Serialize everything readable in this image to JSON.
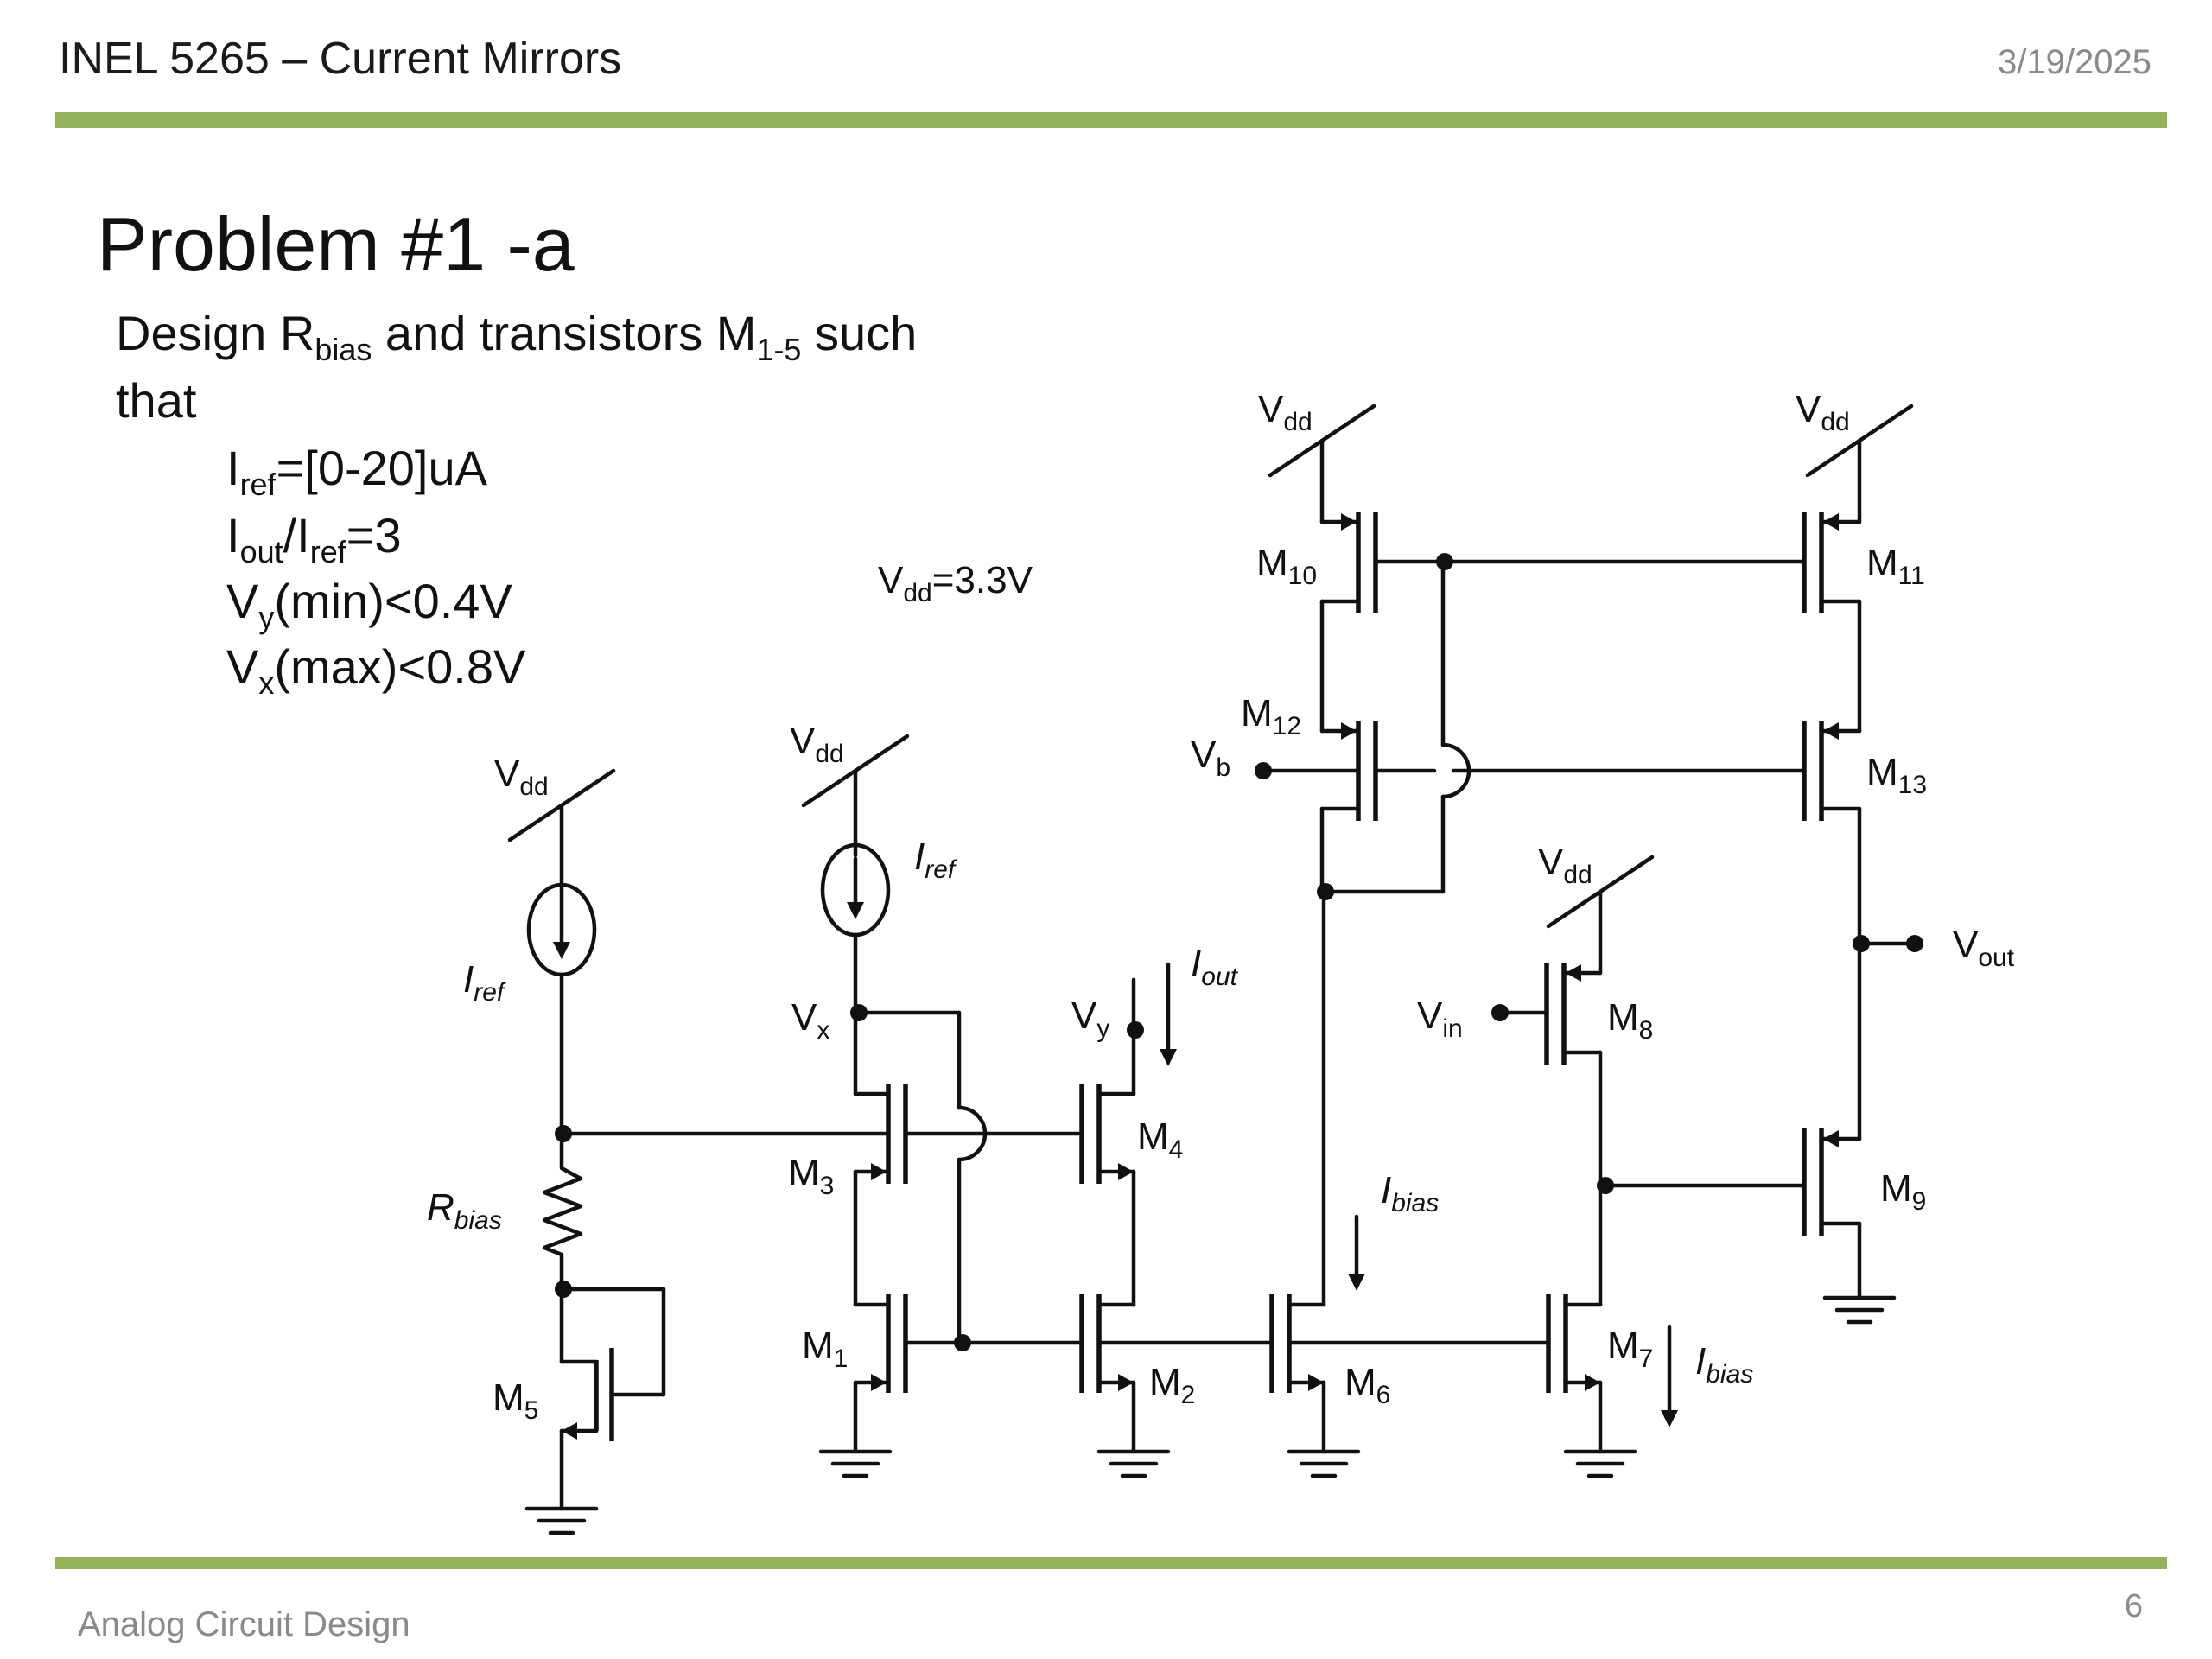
{
  "header": {
    "title": "INEL 5265 – Current Mirrors",
    "date": "3/19/2025"
  },
  "slide": {
    "title": "Problem #1 -a",
    "design_line1": {
      "a": "Design R",
      "b": "bias",
      "c": " and transistors M",
      "d": "1-5",
      "e": " such"
    },
    "design_line2": "that",
    "specs": [
      {
        "p1": "I",
        "s1": "ref",
        "p2": "=[0-20]uA"
      },
      {
        "p1": "I",
        "s1": "out",
        "p2": "/I",
        "s2": "ref",
        "p3": "=3"
      },
      {
        "p1": "V",
        "s1": "y",
        "p2": "(min)<0.4V"
      },
      {
        "p1": "V",
        "s1": "x",
        "p2": "(max)<0.8V"
      }
    ],
    "vdd_note": {
      "main": "V",
      "sub": "dd",
      "rest": "=3.3V"
    }
  },
  "schematic": {
    "vdd": {
      "main": "V",
      "sub": "dd"
    },
    "iref": {
      "main": "I",
      "sub": "ref"
    },
    "iout": {
      "main": "I",
      "sub": "out"
    },
    "ibias": {
      "main": "I",
      "sub": "bias"
    },
    "rbias": {
      "main": "R",
      "sub": "bias"
    },
    "vx": {
      "main": "V",
      "sub": "x"
    },
    "vy": {
      "main": "V",
      "sub": "y"
    },
    "vb": {
      "main": "V",
      "sub": "b"
    },
    "vin": {
      "main": "V",
      "sub": "in"
    },
    "vout": {
      "main": "V",
      "sub": "out"
    },
    "m1": {
      "main": "M",
      "sub": "1"
    },
    "m2": {
      "main": "M",
      "sub": "2"
    },
    "m3": {
      "main": "M",
      "sub": "3"
    },
    "m4": {
      "main": "M",
      "sub": "4"
    },
    "m5": {
      "main": "M",
      "sub": "5"
    },
    "m6": {
      "main": "M",
      "sub": "6"
    },
    "m7": {
      "main": "M",
      "sub": "7"
    },
    "m8": {
      "main": "M",
      "sub": "8"
    },
    "m9": {
      "main": "M",
      "sub": "9"
    },
    "m10": {
      "main": "M",
      "sub": "10"
    },
    "m11": {
      "main": "M",
      "sub": "11"
    },
    "m12": {
      "main": "M",
      "sub": "12"
    },
    "m13": {
      "main": "M",
      "sub": "13"
    }
  },
  "footer": {
    "course": "Analog Circuit Design",
    "page": "6"
  }
}
